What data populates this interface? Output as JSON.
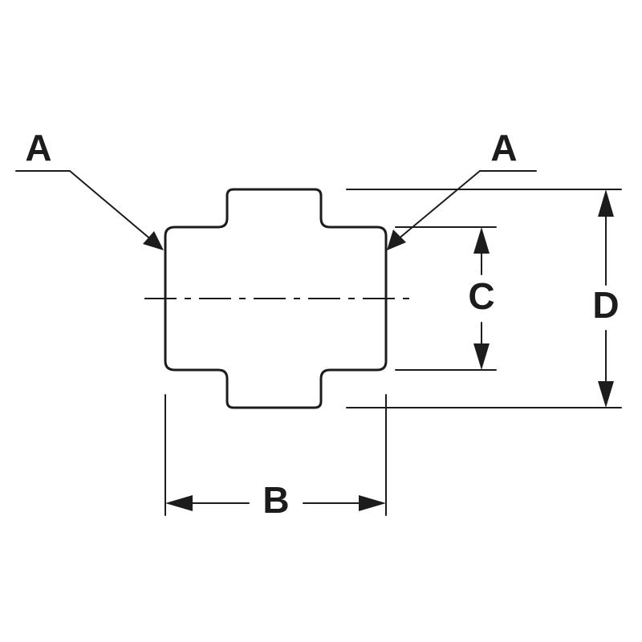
{
  "labels": {
    "a_left": "A",
    "a_right": "A",
    "b": "B",
    "c": "C",
    "d": "D"
  }
}
